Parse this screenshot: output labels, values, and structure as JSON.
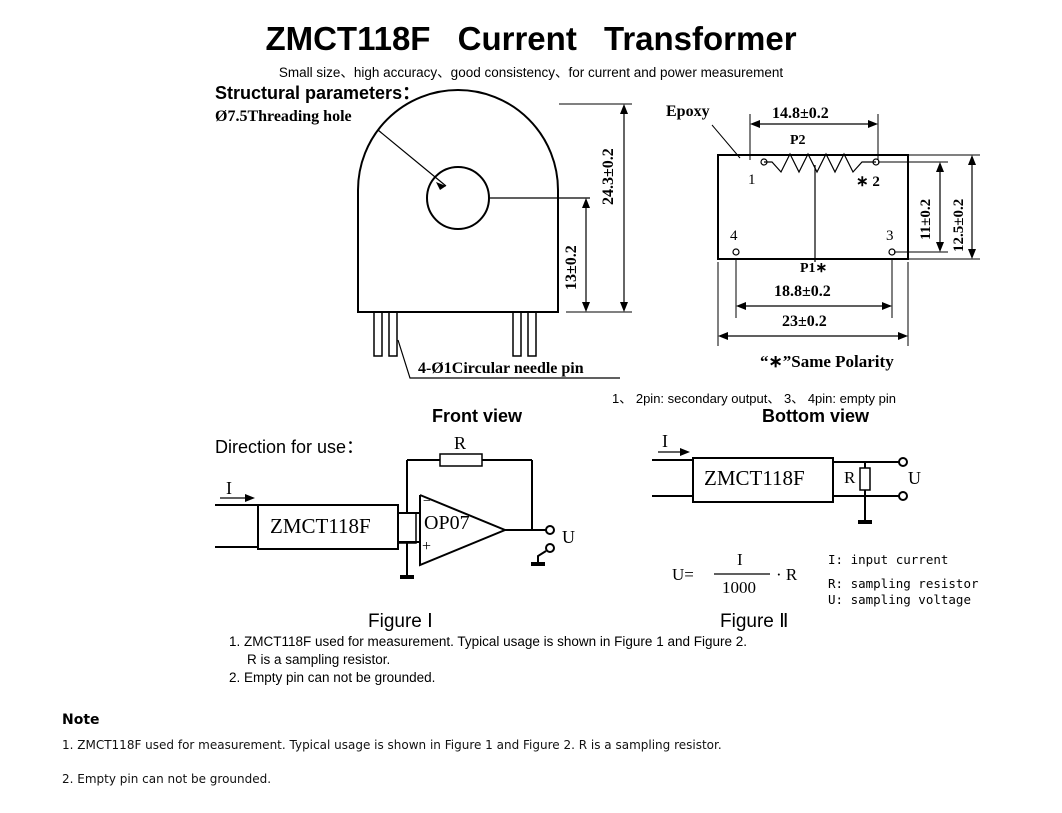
{
  "title": "ZMCT118F    Current Transformer",
  "subtitle": "Small size、high accuracy、good consistency、for current and power measurement",
  "structural_heading": "Structural parameters：",
  "front_view": {
    "label": "Front view",
    "hole_label": "Ø7.5Threading hole",
    "height_total": "24.3±0.2",
    "height_center": "13±0.2",
    "pin_label": "4-Ø1Circular needle pin"
  },
  "bottom_view": {
    "label": "Bottom view",
    "epoxy": "Epoxy",
    "width_top": "14.8±0.2",
    "p2": "P2",
    "p1": "P1∗",
    "pin1": "1",
    "pin2": "∗ 2",
    "pin3": "3",
    "pin4": "4",
    "width_mid": "18.8±0.2",
    "width_total": "23±0.2",
    "height_inner": "11±0.2",
    "height_outer": "12.5±0.2",
    "polarity": "“∗”Same Polarity",
    "pin_note": "1、 2pin: secondary output、 3、 4pin: empty pin"
  },
  "direction_label": "Direction for use：",
  "figure1": {
    "current": "I",
    "device": "ZMCT118F",
    "resistor": "R",
    "opamp": "OP07",
    "minus": "−",
    "plus": "+",
    "output": "U",
    "caption": "Figure Ⅰ"
  },
  "figure2": {
    "current": "I",
    "device": "ZMCT118F",
    "resistor": "R",
    "output": "U",
    "formula_lhs": "U=",
    "formula_num": "I",
    "formula_den": "1000",
    "formula_rhs": "· R",
    "legend_i": "I: input current",
    "legend_r": "R: sampling resistor",
    "legend_u": "U: sampling voltage",
    "caption": "Figure Ⅱ"
  },
  "image_notes": [
    "1. ZMCT118F used for measurement. Typical usage is shown in Figure 1 and Figure 2.",
    "R is a sampling resistor.",
    "2. Empty pin can not be grounded."
  ],
  "note": {
    "heading": "Note",
    "lines": [
      "1. ZMCT118F used for measurement. Typical usage is shown in Figure 1 and Figure 2. R is a sampling resistor.",
      "2. Empty pin can not be grounded."
    ]
  }
}
